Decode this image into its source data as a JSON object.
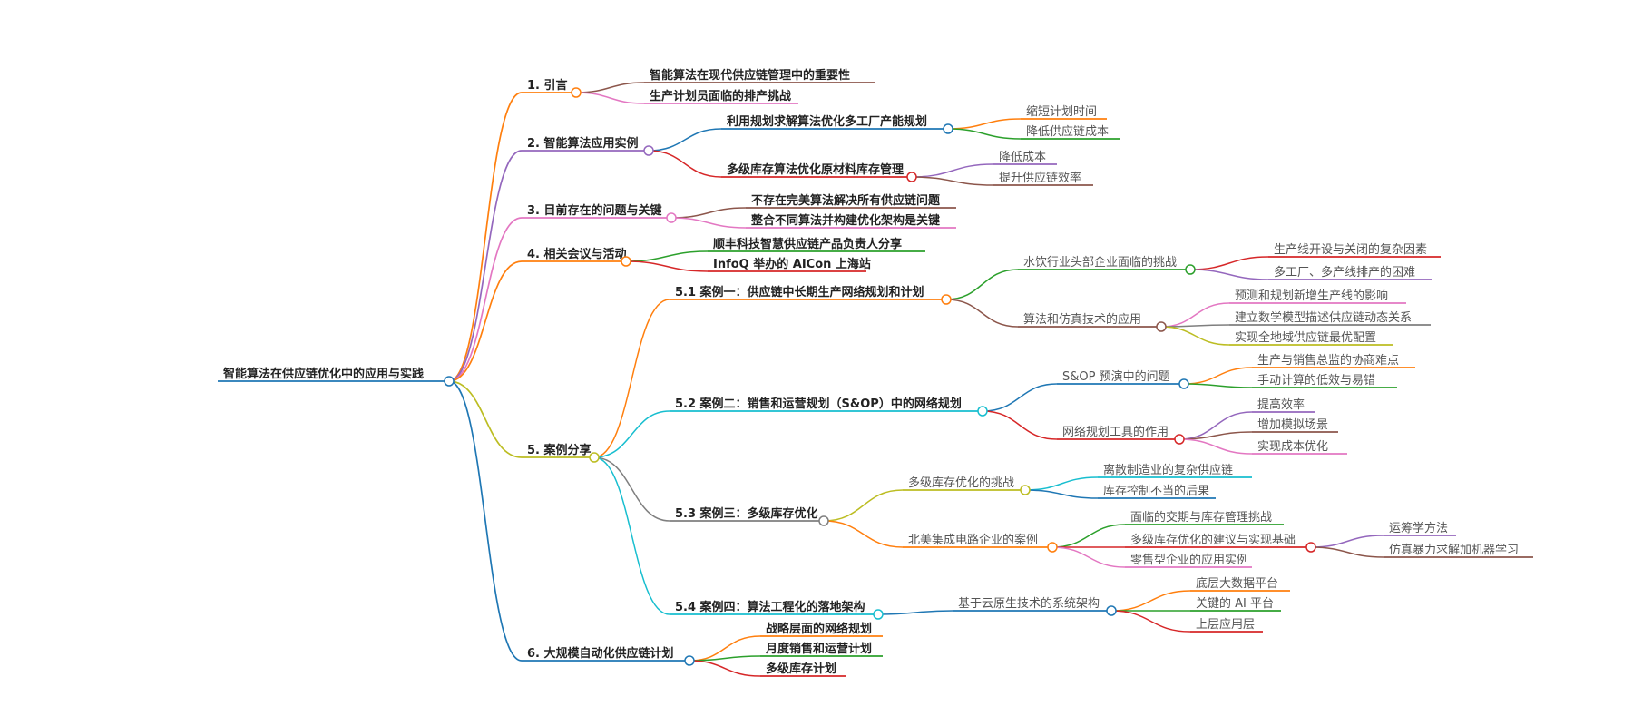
{
  "root": {
    "label": "智能算法在供应链优化中的应用与实践",
    "color": "#1f77b4"
  },
  "sections": [
    {
      "label": "1. 引言",
      "color": "#ff7f0e",
      "children": [
        {
          "label": "智能算法在现代供应链管理中的重要性",
          "color": "#8c564b"
        },
        {
          "label": "生产计划员面临的排产挑战",
          "color": "#e377c2"
        }
      ]
    },
    {
      "label": "2. 智能算法应用实例",
      "color": "#9467bd",
      "children": [
        {
          "label": "利用规划求解算法优化多工厂产能规划",
          "color": "#1f77b4",
          "children": [
            {
              "label": "缩短计划时间",
              "color": "#ff7f0e"
            },
            {
              "label": "降低供应链成本",
              "color": "#2ca02c"
            }
          ]
        },
        {
          "label": "多级库存算法优化原材料库存管理",
          "color": "#d62728",
          "children": [
            {
              "label": "降低成本",
              "color": "#9467bd"
            },
            {
              "label": "提升供应链效率",
              "color": "#8c564b"
            }
          ]
        }
      ]
    },
    {
      "label": "3. 目前存在的问题与关键",
      "color": "#e377c2",
      "children": [
        {
          "label": "不存在完美算法解决所有供应链问题",
          "color": "#8c564b"
        },
        {
          "label": "整合不同算法并构建优化架构是关键",
          "color": "#e377c2"
        }
      ]
    },
    {
      "label": "4. 相关会议与活动",
      "color": "#ff7f0e",
      "children": [
        {
          "label": "顺丰科技智慧供应链产品负责人分享",
          "color": "#2ca02c"
        },
        {
          "label": "InfoQ 举办的 AICon 上海站",
          "color": "#d62728"
        }
      ]
    },
    {
      "label": "5. 案例分享",
      "color": "#bcbd22",
      "children": [
        {
          "label": "5.1 案例一：供应链中长期生产网络规划和计划",
          "color": "#ff7f0e",
          "children": [
            {
              "label": "水饮行业头部企业面临的挑战",
              "color": "#2ca02c",
              "children": [
                {
                  "label": "生产线开设与关闭的复杂因素",
                  "color": "#d62728"
                },
                {
                  "label": "多工厂、多产线排产的困难",
                  "color": "#9467bd"
                }
              ]
            },
            {
              "label": "算法和仿真技术的应用",
              "color": "#8c564b",
              "children": [
                {
                  "label": "预测和规划新增生产线的影响",
                  "color": "#e377c2"
                },
                {
                  "label": "建立数学模型描述供应链动态关系",
                  "color": "#7f7f7f"
                },
                {
                  "label": "实现全地域供应链最优配置",
                  "color": "#bcbd22"
                }
              ]
            }
          ]
        },
        {
          "label": "5.2 案例二：销售和运营规划（S&OP）中的网络规划",
          "color": "#17becf",
          "children": [
            {
              "label": "S&OP 预演中的问题",
              "color": "#1f77b4",
              "children": [
                {
                  "label": "生产与销售总监的协商难点",
                  "color": "#ff7f0e"
                },
                {
                  "label": "手动计算的低效与易错",
                  "color": "#2ca02c"
                }
              ]
            },
            {
              "label": "网络规划工具的作用",
              "color": "#d62728",
              "children": [
                {
                  "label": "提高效率",
                  "color": "#9467bd"
                },
                {
                  "label": "增加模拟场景",
                  "color": "#8c564b"
                },
                {
                  "label": "实现成本优化",
                  "color": "#e377c2"
                }
              ]
            }
          ]
        },
        {
          "label": "5.3 案例三：多级库存优化",
          "color": "#7f7f7f",
          "children": [
            {
              "label": "多级库存优化的挑战",
              "color": "#bcbd22",
              "children": [
                {
                  "label": "离散制造业的复杂供应链",
                  "color": "#17becf"
                },
                {
                  "label": "库存控制不当的后果",
                  "color": "#1f77b4"
                }
              ]
            },
            {
              "label": "北美集成电路企业的案例",
              "color": "#ff7f0e",
              "children": [
                {
                  "label": "面临的交期与库存管理挑战",
                  "color": "#2ca02c"
                },
                {
                  "label": "多级库存优化的建议与实现基础",
                  "color": "#d62728",
                  "children": [
                    {
                      "label": "运筹学方法",
                      "color": "#9467bd"
                    },
                    {
                      "label": "仿真暴力求解加机器学习",
                      "color": "#8c564b"
                    }
                  ]
                },
                {
                  "label": "零售型企业的应用实例",
                  "color": "#e377c2"
                }
              ]
            }
          ]
        },
        {
          "label": "5.4 案例四：算法工程化的落地架构",
          "color": "#17becf",
          "children": [
            {
              "label": "基于云原生技术的系统架构",
              "color": "#1f77b4",
              "children": [
                {
                  "label": "底层大数据平台",
                  "color": "#ff7f0e"
                },
                {
                  "label": "关键的 AI 平台",
                  "color": "#2ca02c"
                },
                {
                  "label": "上层应用层",
                  "color": "#d62728"
                }
              ]
            }
          ]
        }
      ]
    },
    {
      "label": "6. 大规模自动化供应链计划",
      "color": "#1f77b4",
      "children": [
        {
          "label": "战略层面的网络规划",
          "color": "#ff7f0e"
        },
        {
          "label": "月度销售和运营计划",
          "color": "#2ca02c"
        },
        {
          "label": "多级库存计划",
          "color": "#d62728"
        }
      ]
    }
  ]
}
